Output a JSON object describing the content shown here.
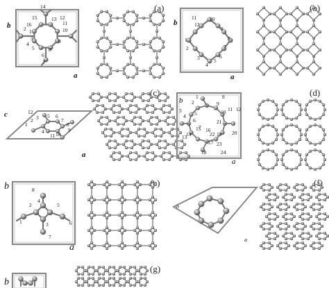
{
  "panels": [
    {
      "id": "a",
      "label": "(a)",
      "axis_x": "a",
      "axis_y": "b",
      "atom_numbers": [
        "1",
        "2",
        "3",
        "4",
        "5",
        "6",
        "7",
        "8",
        "9",
        "10",
        "11",
        "12",
        "13",
        "14",
        "15",
        "16"
      ]
    },
    {
      "id": "b",
      "label": "(b)",
      "axis_x": "a",
      "axis_y": "b",
      "atom_numbers": [
        "1",
        "2",
        "3",
        "4",
        "5",
        "6",
        "7",
        "8",
        "9",
        "10",
        "11",
        "12"
      ]
    },
    {
      "id": "c",
      "label": "(c)",
      "axis_x": "a",
      "axis_y": "c",
      "atom_numbers": [
        "1",
        "2",
        "3",
        "4",
        "5",
        "6",
        "7",
        "8",
        "9",
        "10",
        "11",
        "12"
      ]
    },
    {
      "id": "d",
      "label": "(d)",
      "axis_x": "a",
      "axis_y": "b",
      "atom_numbers": [
        "1",
        "2",
        "3",
        "4",
        "5",
        "6",
        "7",
        "8",
        "9",
        "10",
        "11",
        "12",
        "13",
        "14",
        "15",
        "16",
        "17",
        "18",
        "19",
        "20",
        "21",
        "22",
        "23",
        "24"
      ]
    },
    {
      "id": "e",
      "label": "(e)",
      "axis_x": "a",
      "axis_y": "b",
      "atom_numbers": [
        "1",
        "2",
        "3",
        "4",
        "5",
        "6",
        "7",
        "8"
      ]
    },
    {
      "id": "f",
      "label": "(f)",
      "axis_x": "a",
      "axis_y": "b",
      "atom_numbers": []
    },
    {
      "id": "g",
      "label": "(g)",
      "axis_x": "",
      "axis_y": "b",
      "atom_numbers": []
    }
  ],
  "colors": {
    "frame": "#888888",
    "atom": "#8e8e8e",
    "bond": "#777777",
    "background": "#ffffff"
  }
}
